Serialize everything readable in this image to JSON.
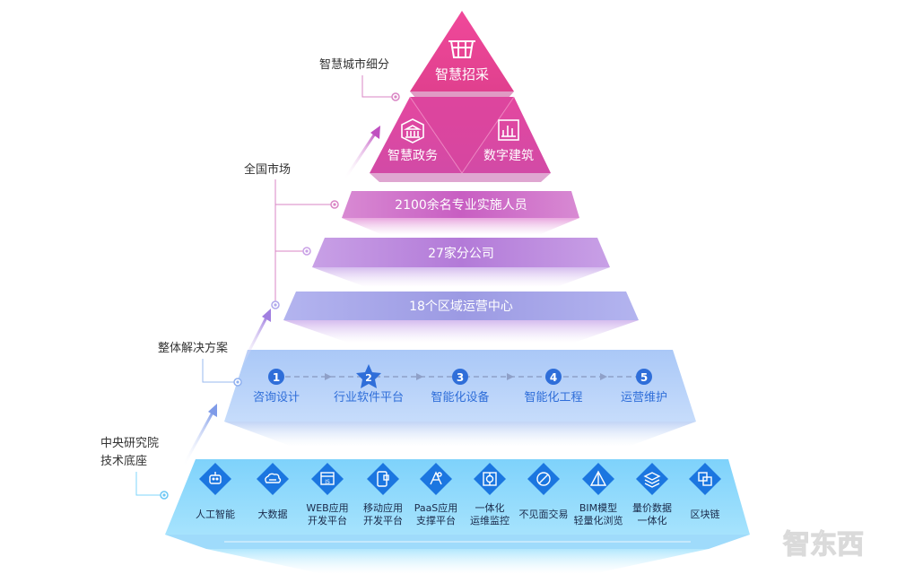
{
  "colors": {
    "apex_pink": "#e6398f",
    "band_magenta": "#cf69c6",
    "band_violet": "#b482db",
    "band_lavender": "#9a9ce6",
    "band_blue": "#a9c6f5",
    "base_cyan": "#7fd6fb",
    "step_blue": "#2f6ed9",
    "base_icon_blue": "#1b76e0",
    "label_line": "#d985c4",
    "text_dark": "#333333"
  },
  "pyramid": {
    "apex": {
      "label": "智慧招采",
      "icon": "shopping-basket-icon"
    },
    "row2": [
      {
        "label": "智慧政务",
        "icon": "government-building-icon"
      },
      {
        "label": "数字建筑",
        "icon": "bar-chart-icon"
      }
    ],
    "bands": [
      {
        "label": "2100余名专业实施人员"
      },
      {
        "label": "27家分公司"
      },
      {
        "label": "18个区域运营中心"
      }
    ],
    "steps": [
      {
        "num": "1",
        "label": "咨询设计"
      },
      {
        "num": "2",
        "label": "行业软件平台"
      },
      {
        "num": "3",
        "label": "智能化设备"
      },
      {
        "num": "4",
        "label": "智能化工程"
      },
      {
        "num": "5",
        "label": "运营维护"
      }
    ],
    "base_items": [
      {
        "icon": "robot-icon",
        "line1": "人工智能",
        "line2": ""
      },
      {
        "icon": "cloud-data-icon",
        "line1": "大数据",
        "line2": ""
      },
      {
        "icon": "web-js-icon",
        "line1": "WEB应用",
        "line2": "开发平台"
      },
      {
        "icon": "mobile-app-icon",
        "line1": "移动应用",
        "line2": "开发平台"
      },
      {
        "icon": "paas-icon",
        "line1": "PaaS应用",
        "line2": "支撑平台"
      },
      {
        "icon": "monitor-icon",
        "line1": "一体化",
        "line2": "运维监控"
      },
      {
        "icon": "no-face-trade-icon",
        "line1": "不见面交易",
        "line2": ""
      },
      {
        "icon": "bim-model-icon",
        "line1": "BIM模型",
        "line2": "轻量化浏览"
      },
      {
        "icon": "layers-icon",
        "line1": "量价数据",
        "line2": "一体化"
      },
      {
        "icon": "blockchain-icon",
        "line1": "区块链",
        "line2": ""
      }
    ]
  },
  "side_labels": {
    "smart_city": "智慧城市细分",
    "national_market": "全国市场",
    "overall_solution": "整体解决方案",
    "research_line1": "中央研究院",
    "research_line2": "技术底座"
  },
  "watermark": {
    "text": "智东西"
  }
}
